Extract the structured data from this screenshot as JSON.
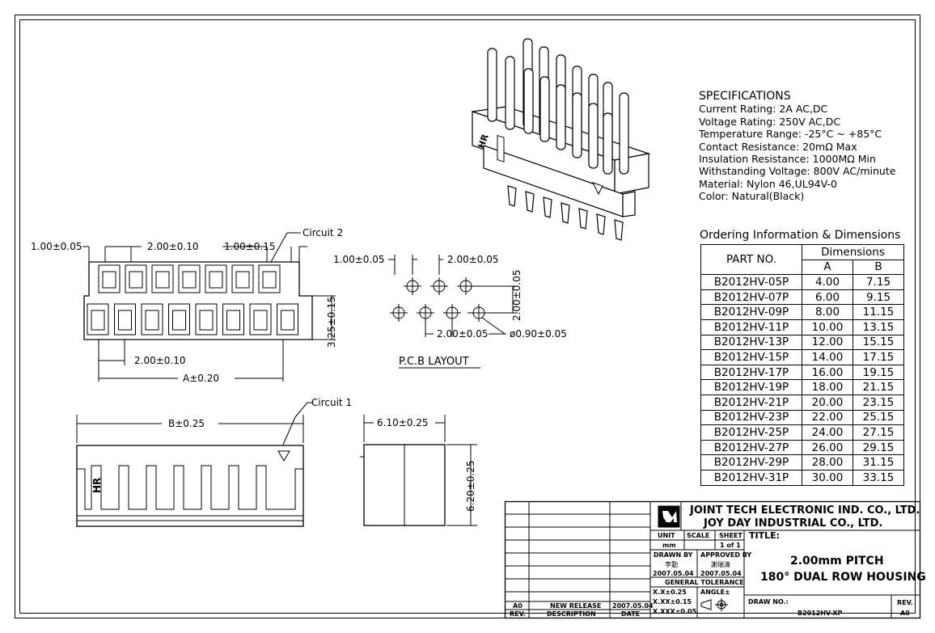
{
  "specifications": {
    "heading": "SPECIFICATIONS",
    "lines": [
      "Current Rating: 2A AC,DC",
      "Voltage Rating: 250V AC,DC",
      "Temperature Range: -25°C ~ +85°C",
      "Contact Resistance: 20mΩ Max",
      "Insulation Resistance: 1000MΩ Min",
      "Withstanding Voltage: 800V AC/minute",
      "Material: Nylon 46,UL94V-0",
      "Color: Natural(Black)"
    ]
  },
  "ordering": {
    "title": "Ordering Information & Dimensions",
    "col_part": "PART NO.",
    "col_dims": "Dimensions",
    "col_a": "A",
    "col_b": "B",
    "rows": [
      [
        "B2012HV-05P",
        "4.00",
        "7.15"
      ],
      [
        "B2012HV-07P",
        "6.00",
        "9.15"
      ],
      [
        "B2012HV-09P",
        "8.00",
        "11.15"
      ],
      [
        "B2012HV-11P",
        "10.00",
        "13.15"
      ],
      [
        "B2012HV-13P",
        "12.00",
        "15.15"
      ],
      [
        "B2012HV-15P",
        "14.00",
        "17.15"
      ],
      [
        "B2012HV-17P",
        "16.00",
        "19.15"
      ],
      [
        "B2012HV-19P",
        "18.00",
        "21.15"
      ],
      [
        "B2012HV-21P",
        "20.00",
        "23.15"
      ],
      [
        "B2012HV-23P",
        "22.00",
        "25.15"
      ],
      [
        "B2012HV-25P",
        "24.00",
        "27.15"
      ],
      [
        "B2012HV-27P",
        "26.00",
        "29.15"
      ],
      [
        "B2012HV-29P",
        "28.00",
        "31.15"
      ],
      [
        "B2012HV-31P",
        "30.00",
        "33.15"
      ]
    ]
  },
  "top_view": {
    "dim_left": "1.00±0.05",
    "dim_pitch_top": "2.00±0.10",
    "dim_right": "1.00±0.15",
    "circuit_label": "Circuit 2",
    "dim_height": "3.25±0.15",
    "dim_pitch_bottom": "2.00±0.10",
    "dim_a": "A±0.20"
  },
  "pcb_layout": {
    "dim_left": "1.00±0.05",
    "dim_pitch_top": "2.00±0.05",
    "dim_vertical": "2.00±0.05",
    "dim_pitch_bottom": "2.00±0.05",
    "dim_hole": "ø0.90±0.05",
    "label": "P.C.B  LAYOUT"
  },
  "front_view": {
    "dim_b": "B±0.25",
    "circuit_label": "Circuit 1",
    "logo_text": "HR"
  },
  "side_view": {
    "dim_width": "6.10±0.25",
    "dim_height": "6.20±0.25"
  },
  "iso_view": {
    "logo_text": "HR"
  },
  "title_block": {
    "company_1": "JOINT TECH ELECTRONIC IND. CO., LTD.",
    "company_2": "JOY DAY INDUSTRIAL CO., LTD.",
    "unit_label": "UNIT",
    "unit_value": "mm",
    "scale_label": "SCALE",
    "sheet_label": "SHEET",
    "sheet_value": "1 of 1",
    "drawn_label": "DRAWN BY",
    "drawn_name": "李勤",
    "drawn_date": "2007.05.04",
    "approved_label": "APPROVED BY",
    "approved_name": "謝瑞清",
    "approved_date": "2007.05.04",
    "tolerance_label": "GENERAL TOLERANCE",
    "tol_1": "X.X±0.25",
    "tol_2": "X.XX±0.15",
    "tol_3": "X.XXX±0.05",
    "angle_label": "ANGLE±",
    "title_label": "TITLE:",
    "title_line1": "2.00mm PITCH",
    "title_line2": "180° DUAL ROW HOUSING",
    "drawno_label": "DRAW NO.:",
    "drawno_value": "B2012HV-XP",
    "rev_label": "REV.",
    "rev_value": "A0",
    "rev_row_rev": "A0",
    "rev_row_desc": "NEW RELEASE",
    "rev_row_date": "2007.05.04",
    "col_rev": "REV.",
    "col_desc": "DESCRIPTION",
    "col_date": "DATE"
  }
}
